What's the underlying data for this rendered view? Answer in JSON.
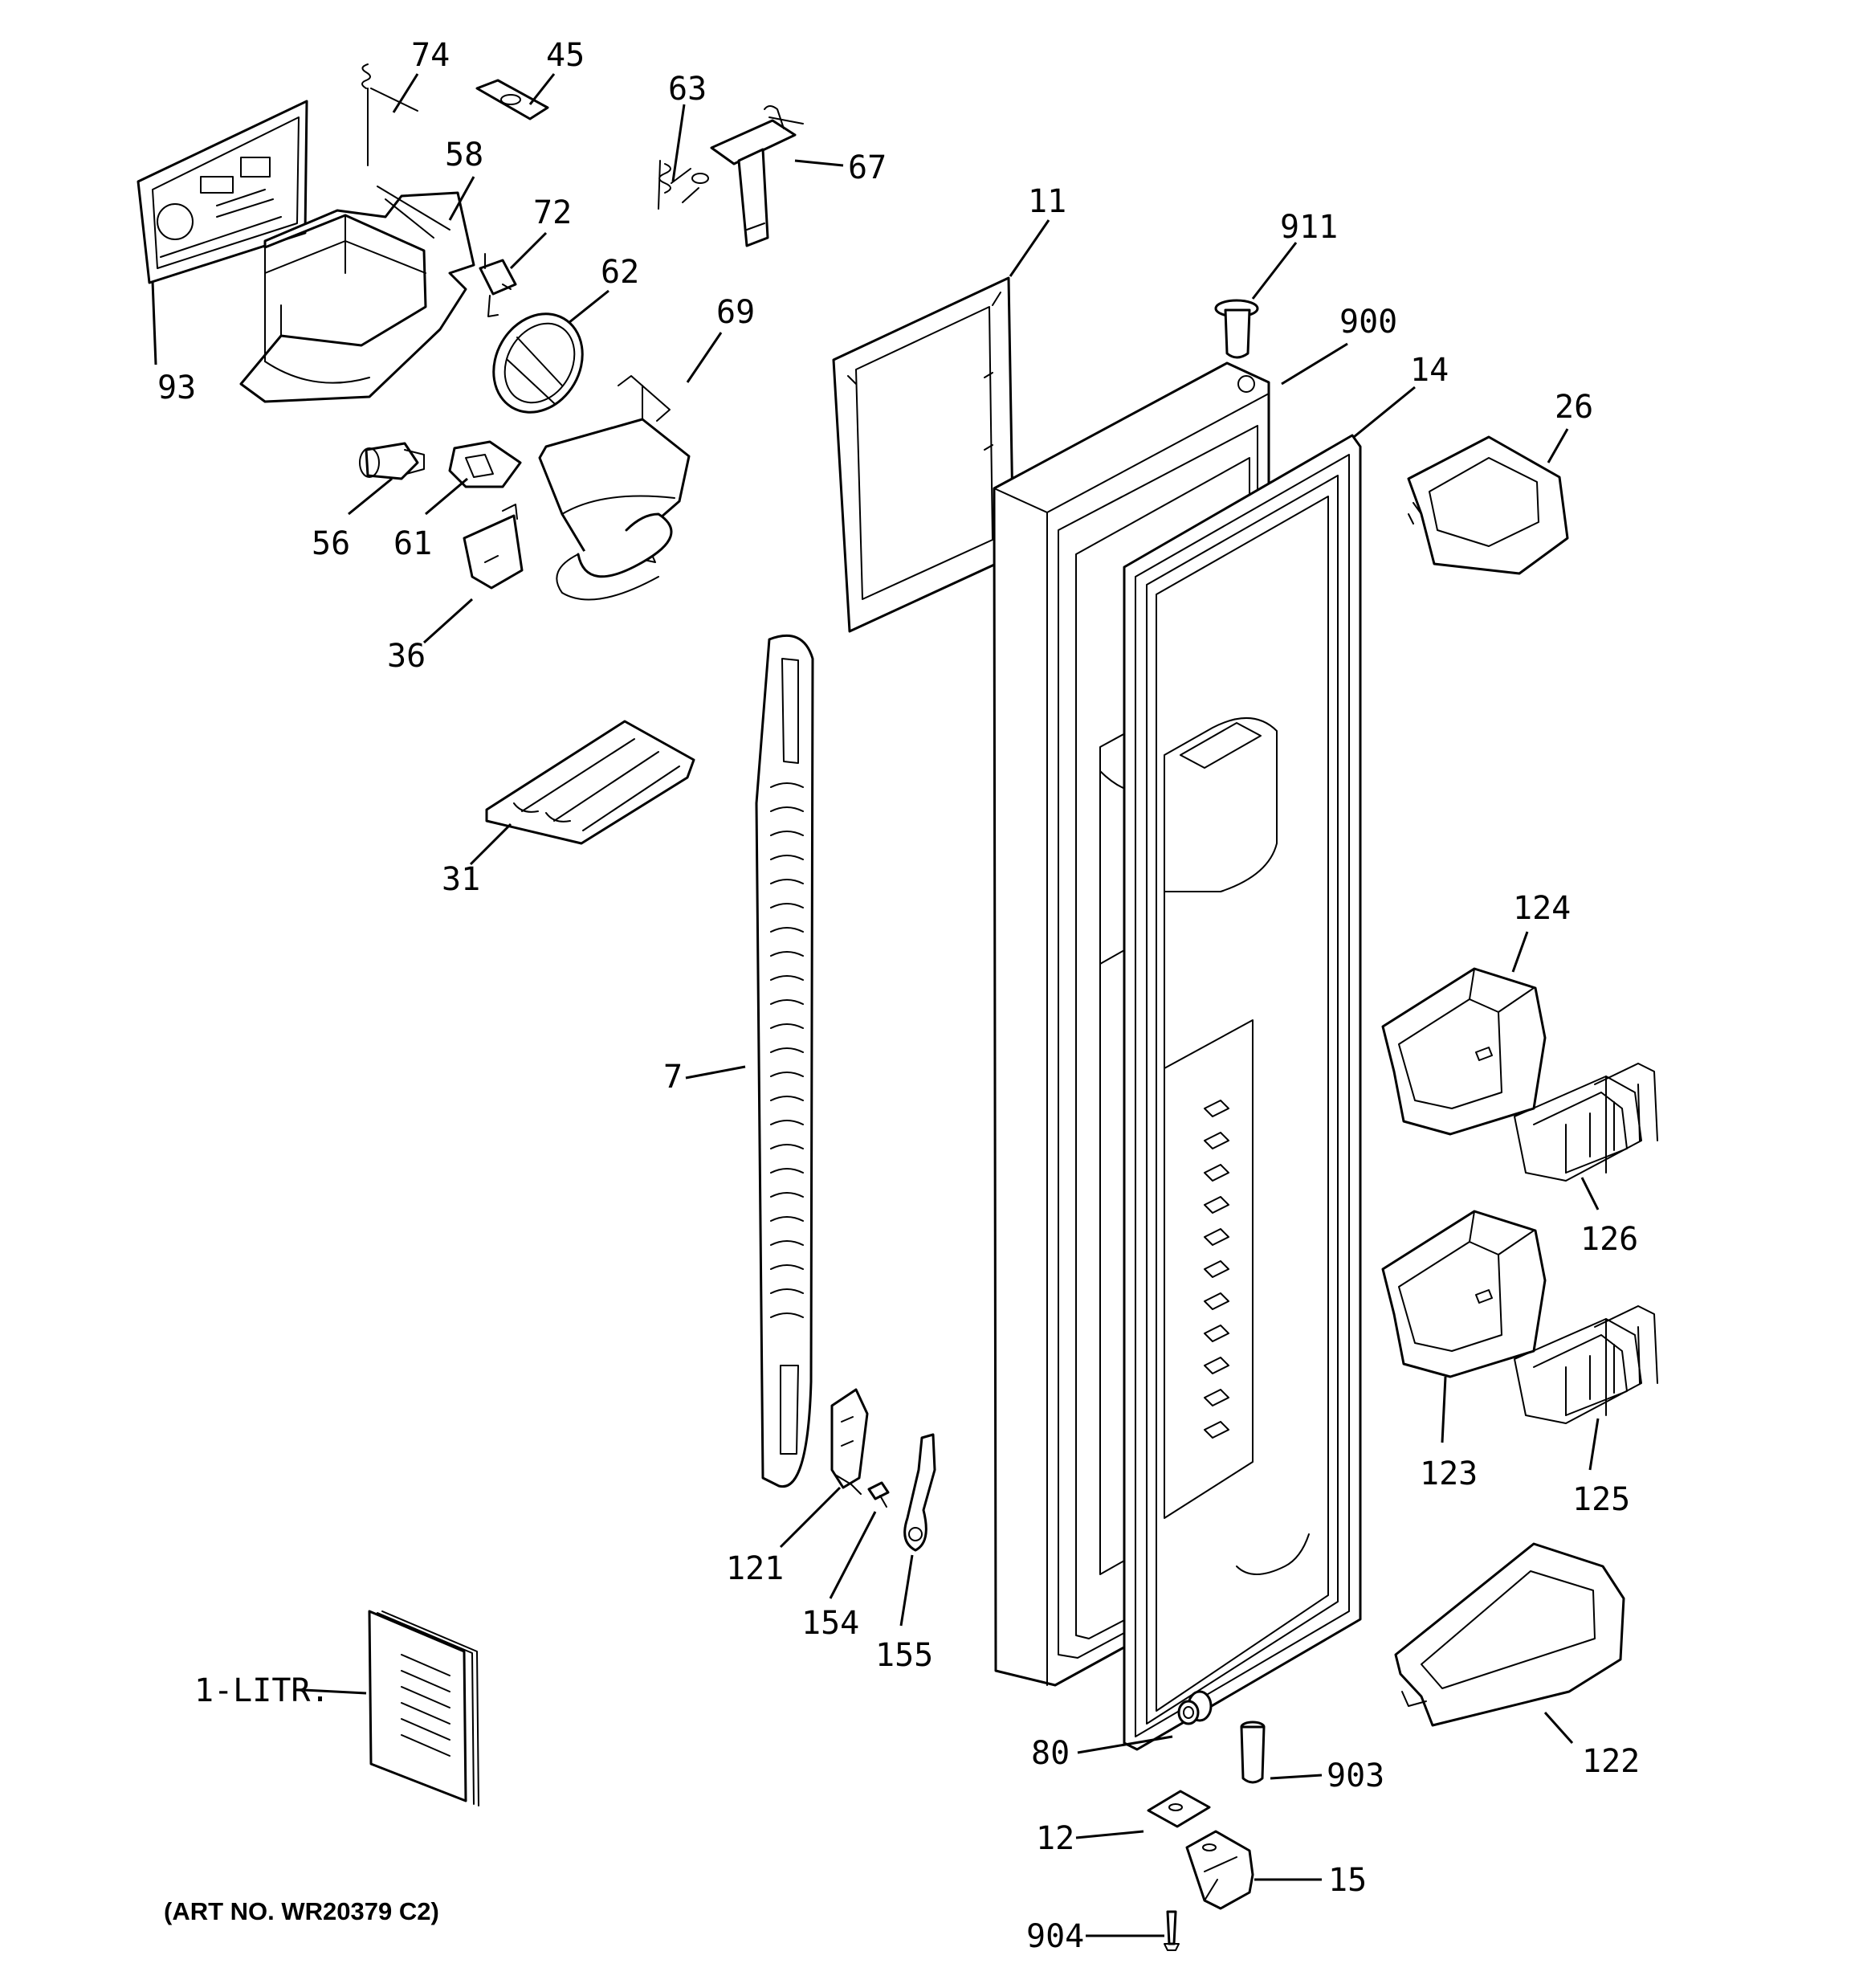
{
  "diagram": {
    "art_number": "(ART NO. WR20379 C2)",
    "callouts": [
      {
        "id": "93",
        "text": "93"
      },
      {
        "id": "74",
        "text": "74"
      },
      {
        "id": "45",
        "text": "45"
      },
      {
        "id": "58",
        "text": "58"
      },
      {
        "id": "72",
        "text": "72"
      },
      {
        "id": "62",
        "text": "62"
      },
      {
        "id": "63",
        "text": "63"
      },
      {
        "id": "67",
        "text": "67"
      },
      {
        "id": "69",
        "text": "69"
      },
      {
        "id": "56",
        "text": "56"
      },
      {
        "id": "61",
        "text": "61"
      },
      {
        "id": "36",
        "text": "36"
      },
      {
        "id": "31",
        "text": "31"
      },
      {
        "id": "11",
        "text": "11"
      },
      {
        "id": "911",
        "text": "911"
      },
      {
        "id": "900",
        "text": "900"
      },
      {
        "id": "14",
        "text": "14"
      },
      {
        "id": "26",
        "text": "26"
      },
      {
        "id": "7",
        "text": "7"
      },
      {
        "id": "124",
        "text": "124"
      },
      {
        "id": "126",
        "text": "126"
      },
      {
        "id": "123",
        "text": "123"
      },
      {
        "id": "125",
        "text": "125"
      },
      {
        "id": "121",
        "text": "121"
      },
      {
        "id": "154",
        "text": "154"
      },
      {
        "id": "155",
        "text": "155"
      },
      {
        "id": "1-LITR",
        "text": "1-LITR."
      },
      {
        "id": "80",
        "text": "80"
      },
      {
        "id": "903",
        "text": "903"
      },
      {
        "id": "122",
        "text": "122"
      },
      {
        "id": "12",
        "text": "12"
      },
      {
        "id": "15",
        "text": "15"
      },
      {
        "id": "904",
        "text": "904"
      }
    ]
  }
}
